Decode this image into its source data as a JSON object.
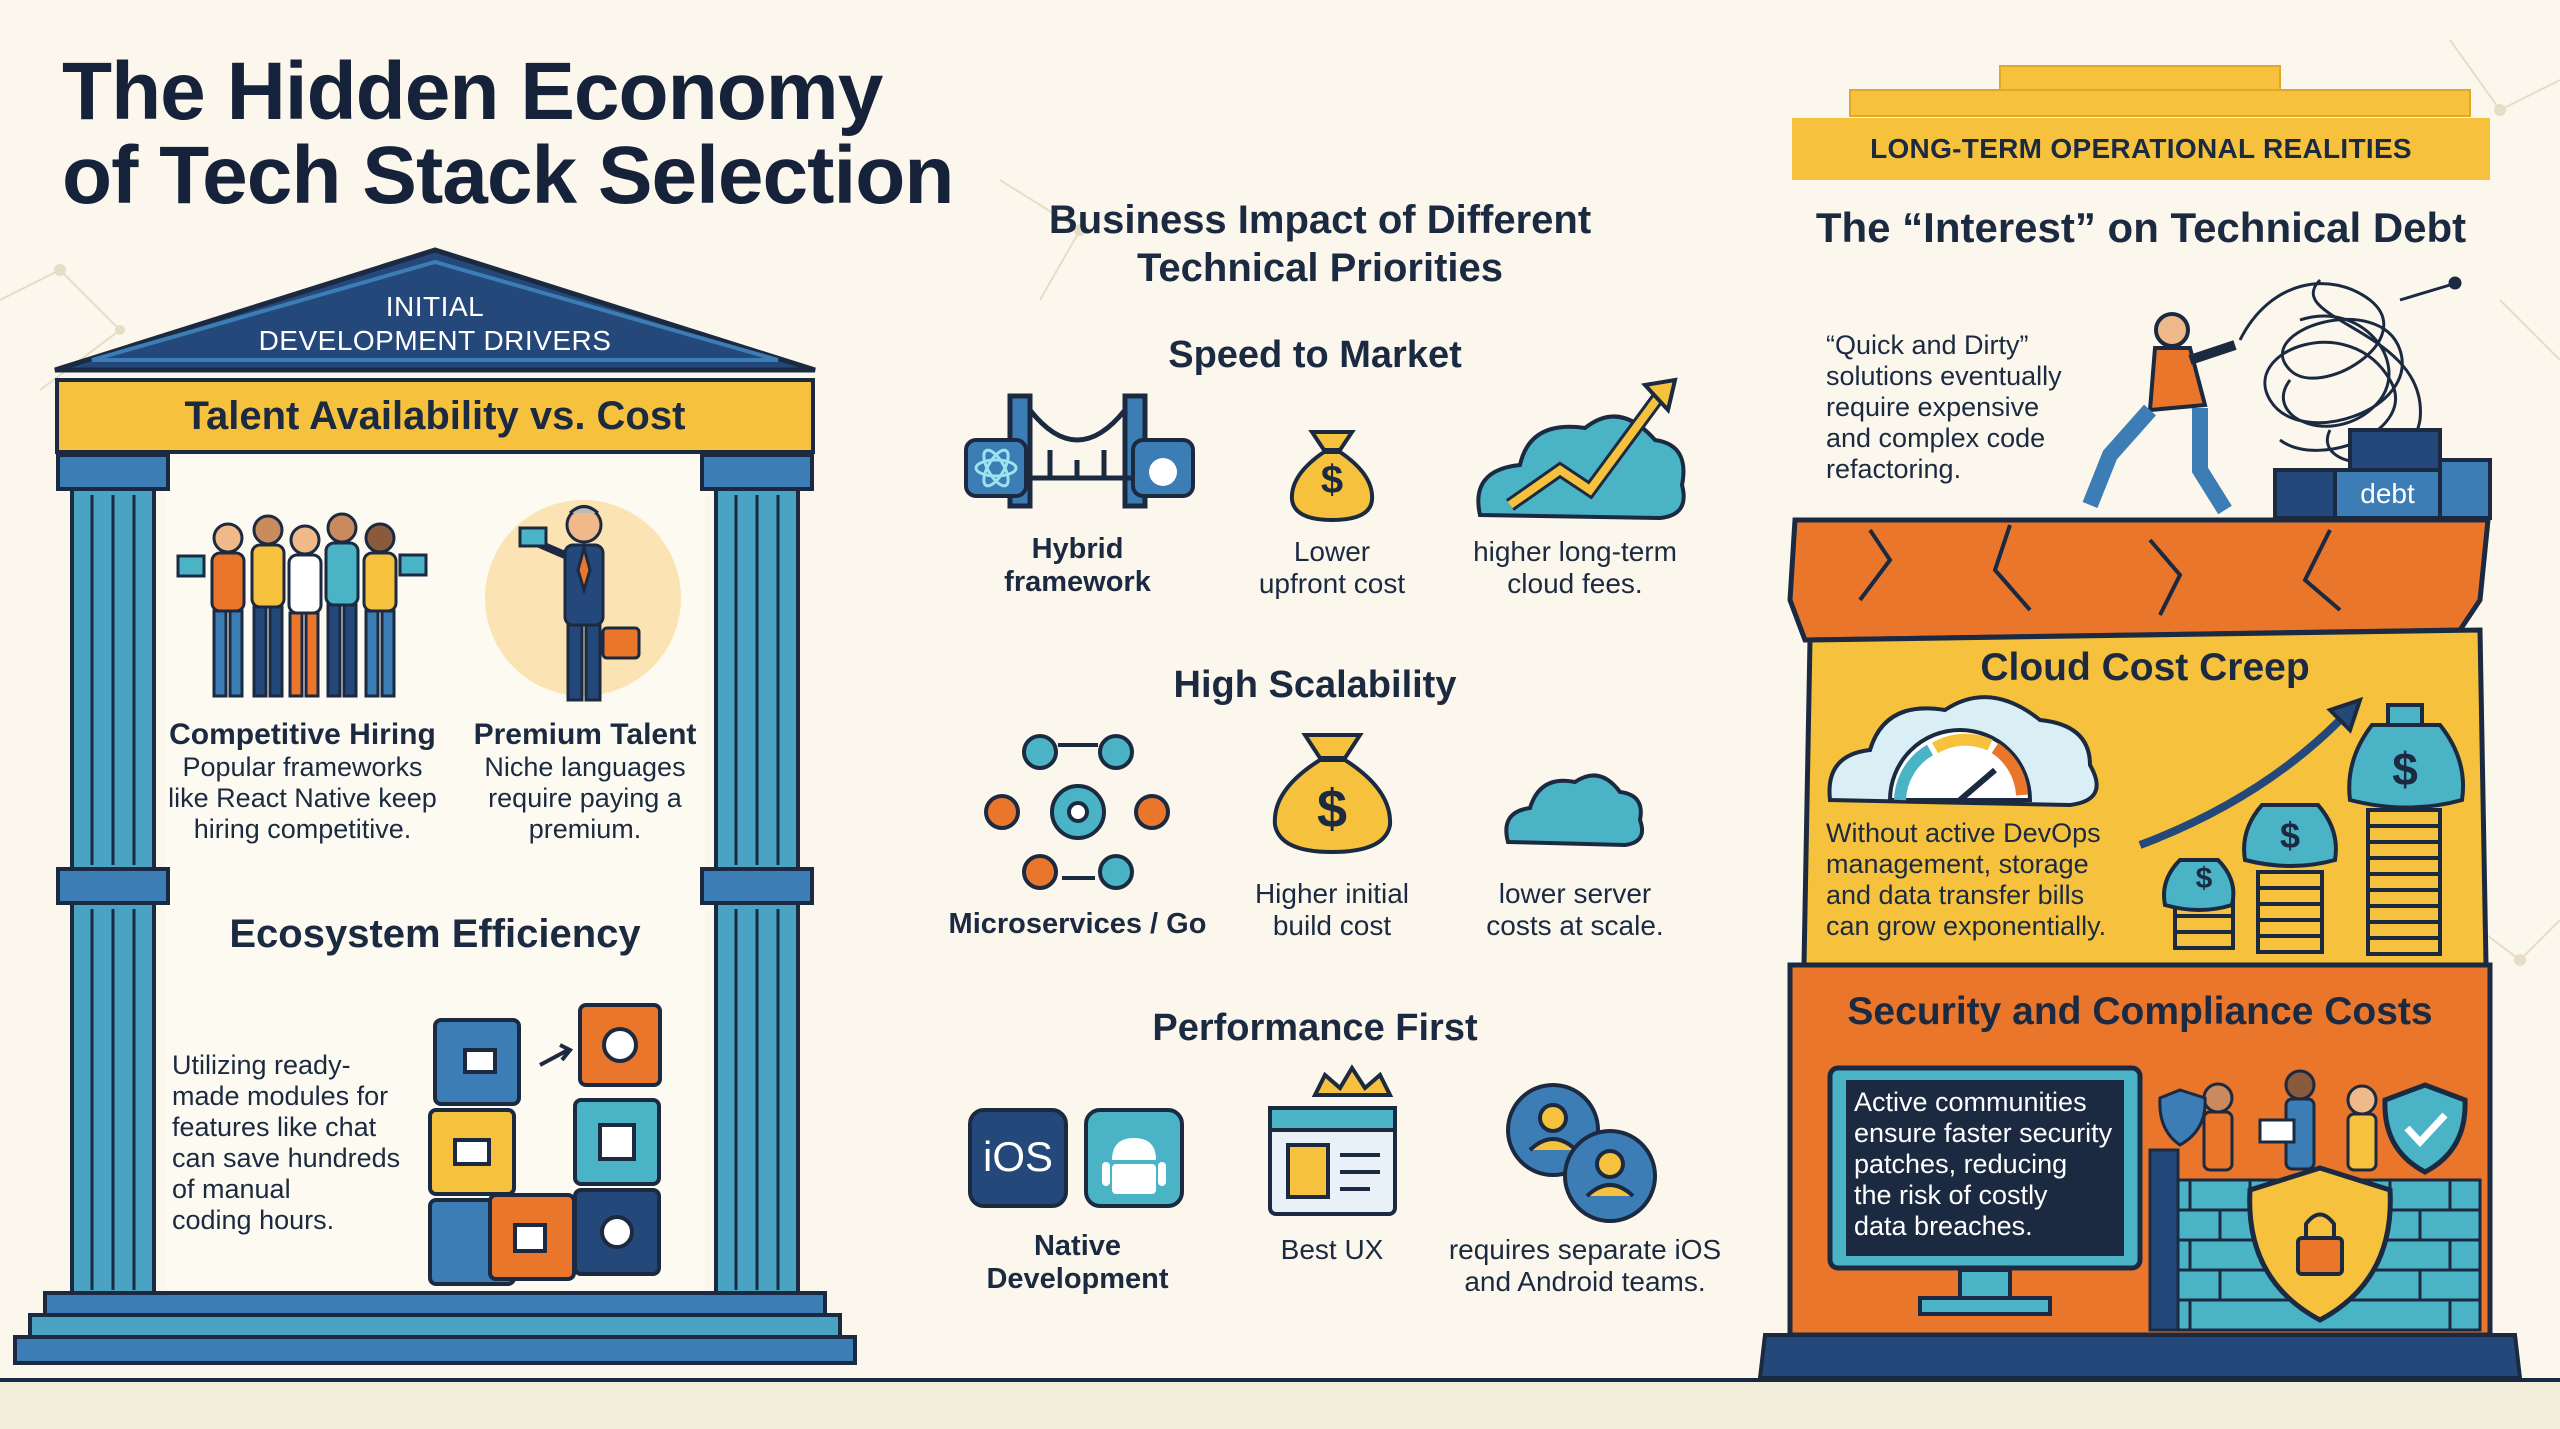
{
  "title": {
    "line1": "The Hidden Economy",
    "line2": "of Tech Stack Selection"
  },
  "left": {
    "pediment": {
      "line1": "INITIAL",
      "line2": "DEVELOPMENT DRIVERS"
    },
    "beam": "Talent Availability vs. Cost",
    "competitive": {
      "title": "Competitive Hiring",
      "l1": "Popular frameworks",
      "l2": "like React Native keep",
      "l3": "hiring competitive."
    },
    "premium": {
      "title": "Premium Talent",
      "l1": "Niche languages",
      "l2": "require paying a",
      "l3": "premium."
    },
    "ecosystem": {
      "title": "Ecosystem Efficiency",
      "l1": "Utilizing ready-",
      "l2": "made modules for",
      "l3": "features like chat",
      "l4": "can save hundreds",
      "l5": "of manual",
      "l6": "coding hours."
    }
  },
  "middle": {
    "title": {
      "line1": "Business Impact of Different",
      "line2": "Technical Priorities"
    },
    "speed": {
      "title": "Speed to Market",
      "c1": {
        "l1": "Hybrid",
        "l2": "framework"
      },
      "c2": {
        "l1": "Lower",
        "l2": "upfront cost",
        "symbol": "$"
      },
      "c3": {
        "l1": "higher long-term",
        "l2": "cloud fees."
      }
    },
    "scal": {
      "title": "High Scalability",
      "c1": {
        "l1": "Microservices / Go"
      },
      "c2": {
        "l1": "Higher initial",
        "l2": "build cost",
        "symbol": "$"
      },
      "c3": {
        "l1": "lower server",
        "l2": "costs at scale."
      }
    },
    "perf": {
      "title": "Performance First",
      "c1": {
        "l1": "Native",
        "l2": "Development",
        "ios": "iOS"
      },
      "c2": {
        "l1": "Best UX"
      },
      "c3": {
        "l1": "requires separate iOS",
        "l2": "and Android teams."
      }
    }
  },
  "right": {
    "banner": "LONG-TERM OPERATIONAL REALITIES",
    "debt": {
      "title": "The “Interest” on Technical Debt",
      "l1": "“Quick and Dirty”",
      "l2": "solutions eventually",
      "l3": "require expensive",
      "l4": "and complex code",
      "l5": "refactoring.",
      "box": "debt"
    },
    "cloud": {
      "title": "Cloud Cost Creep",
      "l1": "Without active DevOps",
      "l2": "management, storage",
      "l3": "and data transfer bills",
      "l4": "can grow exponentially.",
      "symbol": "$"
    },
    "security": {
      "title": "Security and Compliance Costs",
      "l1": "Active communities",
      "l2": "ensure faster security",
      "l3": "patches, reducing",
      "l4": "the risk of costly",
      "l5": "data breaches."
    }
  },
  "colors": {
    "navy": "#1b2a41",
    "yellow": "#f6c23e",
    "orange": "#e9762b",
    "teal": "#4ab3c6",
    "blue": "#3c7db5",
    "cream": "#fbf7ec"
  }
}
